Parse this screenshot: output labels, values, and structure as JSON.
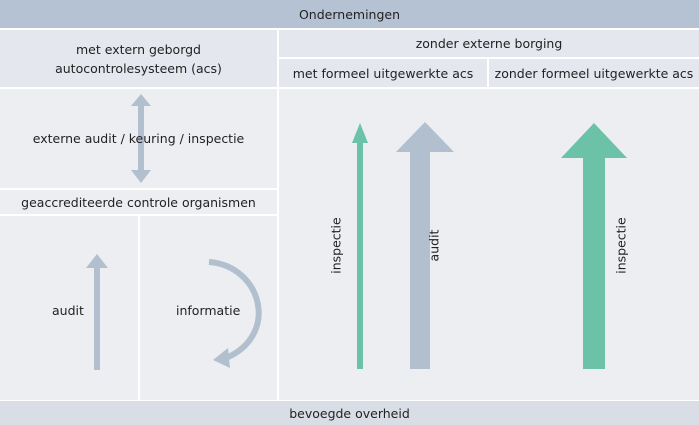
{
  "header": {
    "title": "Ondernemingen"
  },
  "left": {
    "title_line1": "met extern geborgd",
    "title_line2": "autocontrolesysteem (acs)",
    "external_label": "externe  audit / keuring / inspectie",
    "cbo_label": "geaccrediteerde controle organismen",
    "audit_label": "audit",
    "info_label": "informatie"
  },
  "right": {
    "title": "zonder externe borging",
    "col1_title": "met formeel uitgewerkte acs",
    "col2_title": "zonder formeel uitgewerkte acs",
    "col1_inspectie_label": "inspectie",
    "col1_audit_label": "audit",
    "col2_inspectie_label": "inspectie"
  },
  "footer": {
    "label": "bevoegde overheid"
  },
  "colors": {
    "green": "#6cc2a6",
    "blue_grey": "#b1bfcf",
    "header": "#b4c2d4"
  }
}
